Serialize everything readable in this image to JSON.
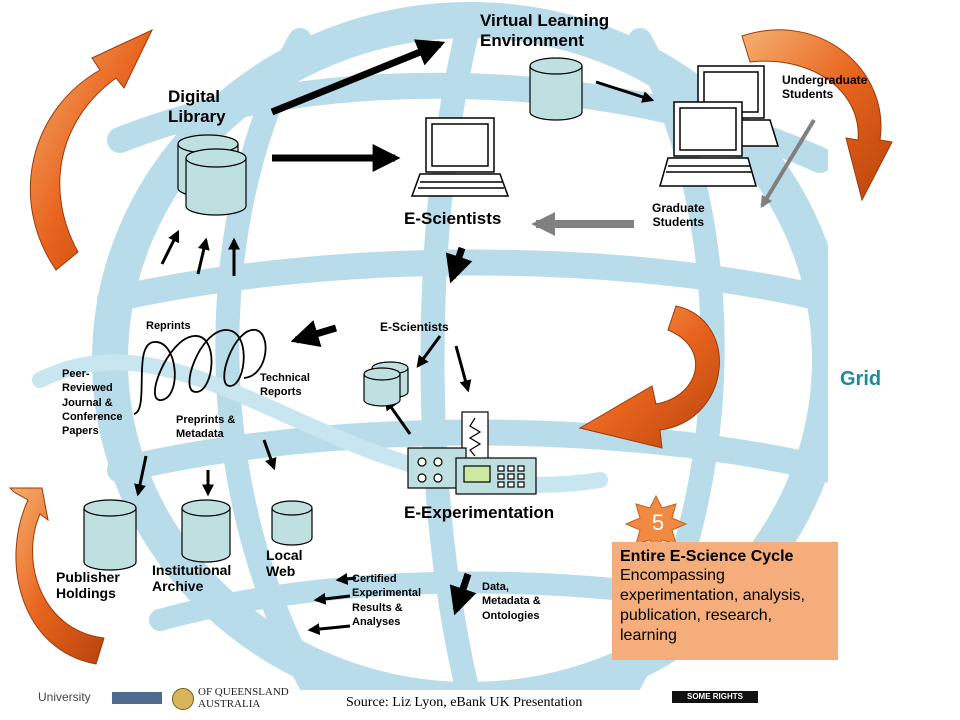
{
  "labels": {
    "vle": "Virtual Learning\nEnvironment",
    "digital_library": "Digital\nLibrary",
    "undergraduate": "Undergraduate\nStudents",
    "graduate": "Graduate\nStudents",
    "e_scientists_top": "E-Scientists",
    "e_scientists_mid": "E-Scientists",
    "reprints": "Reprints",
    "peer_reviewed": "Peer-\nReviewed\nJournal &\nConference\nPapers",
    "technical_reports": "Technical\nReports",
    "preprints": "Preprints &\nMetadata",
    "e_experimentation": "E-Experimentation",
    "publisher_holdings": "Publisher\nHoldings",
    "institutional_archive": "Institutional\nArchive",
    "local_web": "Local\nWeb",
    "certified": "Certified\nExperimental\nResults &\nAnalyses",
    "data_metadata": "Data,\nMetadata &\nOntologies",
    "grid": "Grid"
  },
  "cycle": {
    "step": "5",
    "title": "Entire E-Science Cycle",
    "body": "Encompassing experimentation, analysis, publication, research, learning"
  },
  "footer": {
    "source": "Source: Liz Lyon, eBank UK Presentation",
    "university": "University",
    "uq": "OF QUEENSLAND\nAUSTRALIA",
    "license": "SOME RIGHTS RESERVED"
  },
  "colors": {
    "grid_text": "#1c8a9a",
    "cylinder_fill": "#bfe0e0",
    "cycle_box": "#f4ad7b",
    "orange_arrow": "#e8641e",
    "background_globe": "#b8dcea"
  }
}
